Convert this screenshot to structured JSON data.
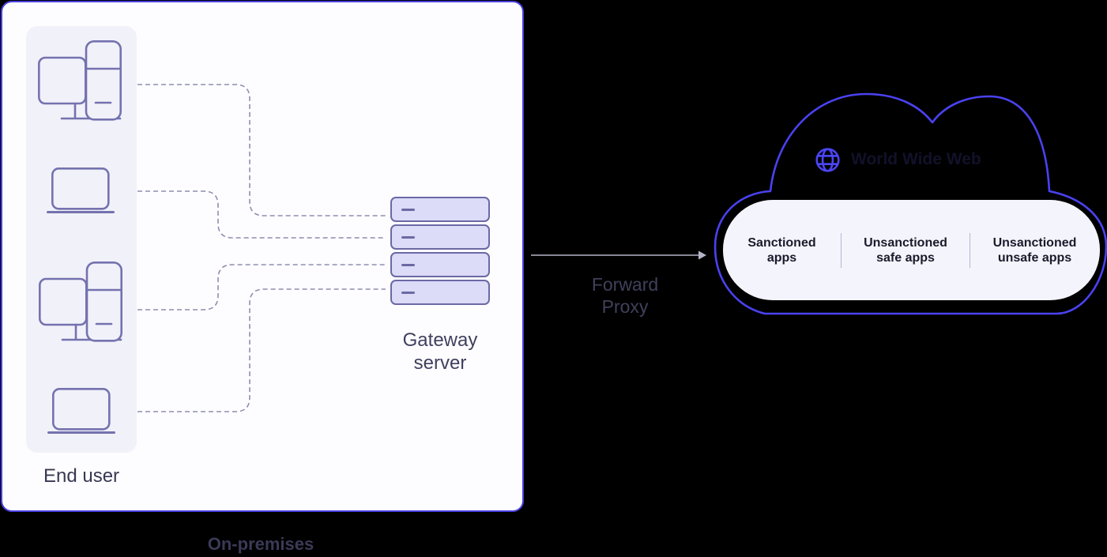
{
  "onprem": {
    "label": "On-premises",
    "end_user_label": "End user",
    "gateway_label": "Gateway server",
    "devices": [
      "desktop-computer",
      "laptop",
      "desktop-computer",
      "laptop"
    ]
  },
  "proxy": {
    "label": "Forward Proxy"
  },
  "cloud": {
    "title": "World Wide Web",
    "apps": [
      {
        "label": "Sanctioned apps"
      },
      {
        "label": "Unsanctioned safe apps"
      },
      {
        "label": "Unsanctioned unsafe apps"
      }
    ]
  },
  "colors": {
    "background": "#000000",
    "box_border_blue": "#4a3fe0",
    "cloud_stroke_blue": "#4a42f0",
    "globe_blue": "#4b45f5",
    "icon_stroke_purple": "#7472ae",
    "server_fill": "#dcdbf8",
    "server_border": "#6b69a4",
    "panel_fill": "#f1f1fa",
    "dashed_line": "#8f8db0",
    "arrow_gray": "#b4b4c8",
    "dark_text": "#3a3a57"
  }
}
